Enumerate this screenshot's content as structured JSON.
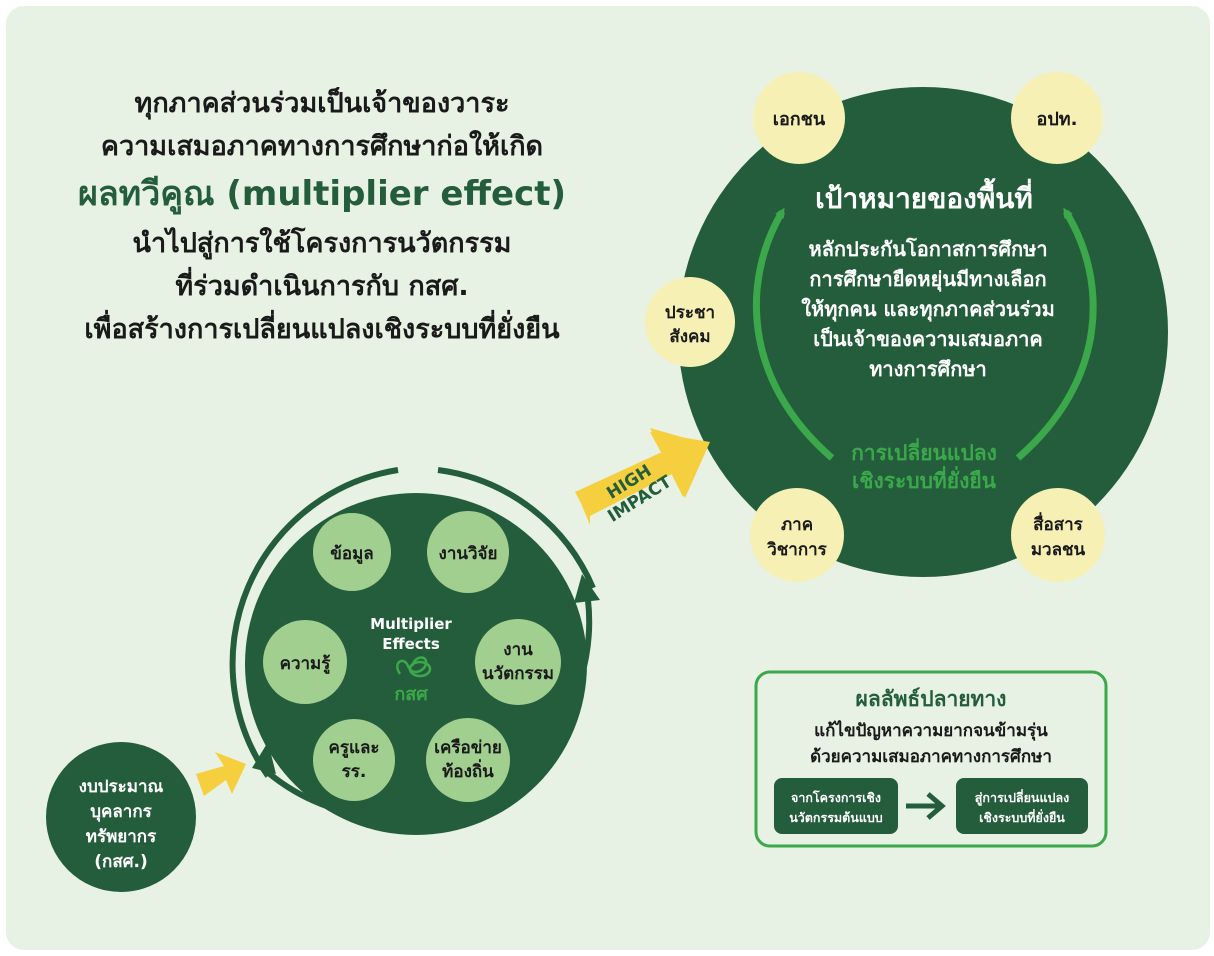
{
  "headline": {
    "line1": "ทุกภาคส่วนร่วมเป็นเจ้าของวาระ",
    "line2": "ความเสมอภาคทางการศึกษาก่อให้เกิด",
    "emphasis": "ผลทวีคูณ (multiplier effect)",
    "line4": "นำไปสู่การใช้โครงการนวัตกรรม",
    "line5": "ที่ร่วมดำเนินการกับ กสศ.",
    "line6": "เพื่อสร้างการเปลี่ยนแปลงเชิงระบบที่ยั่งยืน"
  },
  "goal": {
    "title": "เป้าหมายของพื้นที่",
    "body": [
      "หลักประกันโอกาสการศึกษา",
      "การศึกษายืดหยุ่นมีทางเลือก",
      "ให้ทุกคน และทุกภาคส่วนร่วม",
      "เป็นเจ้าของความเสมอภาค",
      "ทางการศึกษา"
    ],
    "change": [
      "การเปลี่ยนแปลง",
      "เชิงระบบที่ยั่งยืน"
    ]
  },
  "stakeholders": {
    "private": "เอกชน",
    "local_gov": "อปท.",
    "civil_society": [
      "ประชา",
      "สังคม"
    ],
    "academia": [
      "ภาค",
      "วิชาการ"
    ],
    "media": [
      "สื่อสาร",
      "มวลชน"
    ]
  },
  "high_impact": [
    "HIGH",
    "IMPACT"
  ],
  "multiplier": {
    "center": [
      "Multiplier",
      "Effects"
    ],
    "logo_text": "กสศ",
    "items": {
      "data": "ข้อมูล",
      "research": "งานวิจัย",
      "innovation": [
        "งาน",
        "นวัตกรรม"
      ],
      "network": [
        "เครือข่าย",
        "ท้องถิ่น"
      ],
      "teachers": [
        "ครูและ",
        "รร."
      ],
      "knowledge": "ความรู้"
    }
  },
  "resources": [
    "งบประมาณ",
    "บุคลากร",
    "ทรัพยากร",
    "(กสศ.)"
  ],
  "outcome": {
    "title": "ผลลัพธ์ปลายทาง",
    "subtitle": [
      "แก้ไขปัญหาความยากจนข้ามรุ่น",
      "ด้วยความเสมอภาคทางการศึกษา"
    ],
    "from": [
      "จากโครงการเชิง",
      "นวัตกรรมต้นแบบ"
    ],
    "to": [
      "สู่การเปลี่ยนแปลง",
      "เชิงระบบที่ยั่งยืน"
    ]
  },
  "colors": {
    "dark_green": "#245d3b",
    "bright_green": "#3aa84b",
    "light_green": "#a0cf90",
    "cream": "#f7f0b5",
    "yellow": "#f5cf3d",
    "background": "#e7f2e4",
    "text_dark": "#1a1a1a"
  }
}
